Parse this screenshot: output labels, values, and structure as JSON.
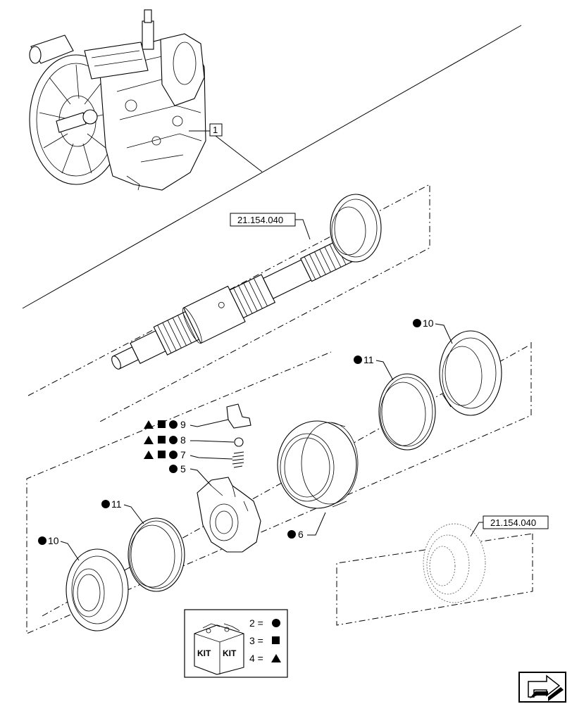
{
  "diagram": {
    "reference_labels": {
      "top_shaft": "21.154.040",
      "bottom_gear": "21.154.040"
    },
    "callouts": {
      "transmission": "1",
      "ring_gear_right": "10",
      "synchro_right": "11",
      "clip": "9",
      "ball": "8",
      "spring": "7",
      "hub": "5",
      "sleeve": "6",
      "synchro_left": "11",
      "ring_gear_left": "10"
    },
    "kit_legend": {
      "kit_word_1": "KIT",
      "kit_word_2": "KIT",
      "row_1": "2 =",
      "row_2": "3 =",
      "row_3": "4 ="
    }
  }
}
